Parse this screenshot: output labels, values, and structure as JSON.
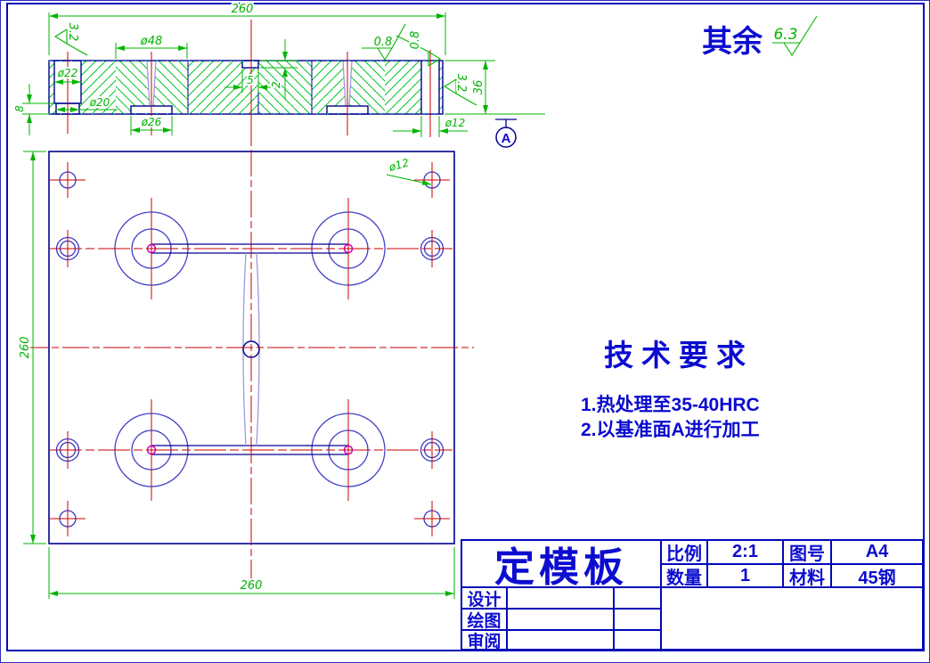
{
  "drawing": {
    "surface_note": {
      "label": "其余",
      "value": "6.3"
    },
    "tech_requirements": {
      "title": "技术要求",
      "item1": "1.热处理至35-40HRC",
      "item2": "2.以基准面A进行加工"
    },
    "section_view": {
      "width": "260",
      "pin_head": "ø48",
      "counterbore": "ø22",
      "hole": "ø20",
      "pin_base": "ø26",
      "notch_width": "5",
      "notch_depth": "2",
      "height": "36",
      "side_hole": "ø12",
      "step": "8",
      "rough_top_left": "3.2",
      "rough_top": "0.8",
      "rough_top_right": "0.8",
      "rough_right": "3.2",
      "datum": "A"
    },
    "plan_view": {
      "width": "260",
      "height": "260",
      "corner_hole": "ø12"
    },
    "title_block": {
      "part_name": "定模板",
      "scale_label": "比例",
      "scale_value": "2:1",
      "drawing_no_label": "图号",
      "drawing_no_value": "A4",
      "qty_label": "数量",
      "qty_value": "1",
      "material_label": "材料",
      "material_value": "45钢",
      "designer_label": "设计",
      "drafter_label": "绘图",
      "reviewer_label": "审阅"
    },
    "colors": {
      "geometry": "#000090",
      "hatch": "#00c31e",
      "dimension": "#00b400",
      "centerline": "#c80000",
      "magenta": "#cc00cc",
      "blue_text": "#0d0dd0"
    }
  }
}
